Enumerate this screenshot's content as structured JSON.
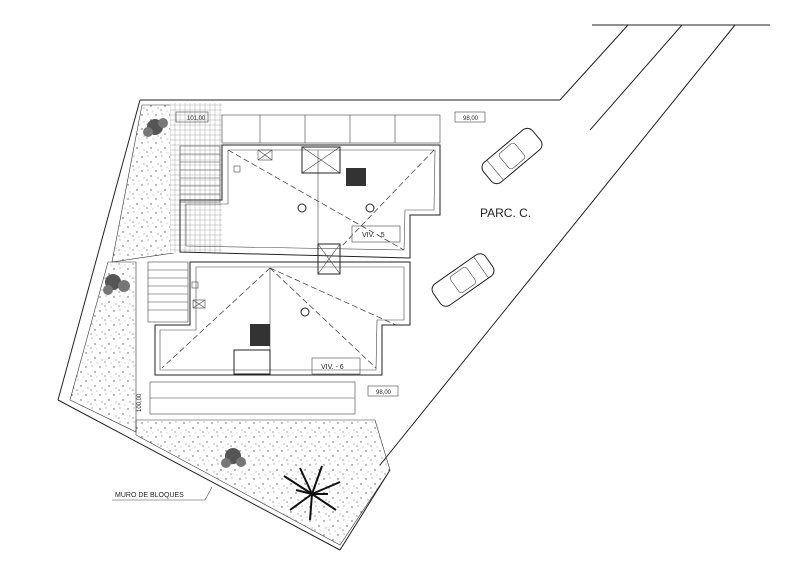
{
  "plan": {
    "parcel_label": "PARC. C.",
    "units": [
      {
        "label": "VIV. - 5"
      },
      {
        "label": "VIV. - 6"
      }
    ],
    "levels": {
      "top_left": "101,00",
      "top_right": "98,00",
      "mid_right": "98,00",
      "left_side": "100,00"
    },
    "wall_label": "MURO DE BLOQUES"
  }
}
